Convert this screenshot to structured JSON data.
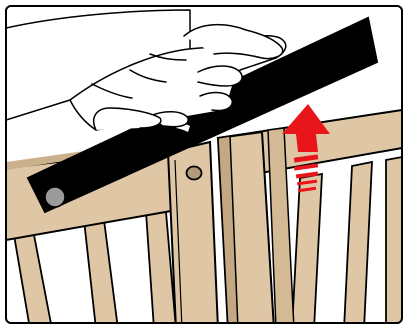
{
  "illustration": {
    "colors": {
      "wood": "#dfc7a6",
      "wood_shadow": "#c9ad88",
      "bar": "#000000",
      "knob": "#9a9a9a",
      "arrow": "#e8161b",
      "outline": "#000000",
      "background": "#ffffff"
    },
    "elements": [
      "hand",
      "black-lifting-bar",
      "left-gate-panel",
      "right-gate-panel",
      "round-knob",
      "peg",
      "red-up-arrow"
    ],
    "arrow_direction": "up"
  }
}
